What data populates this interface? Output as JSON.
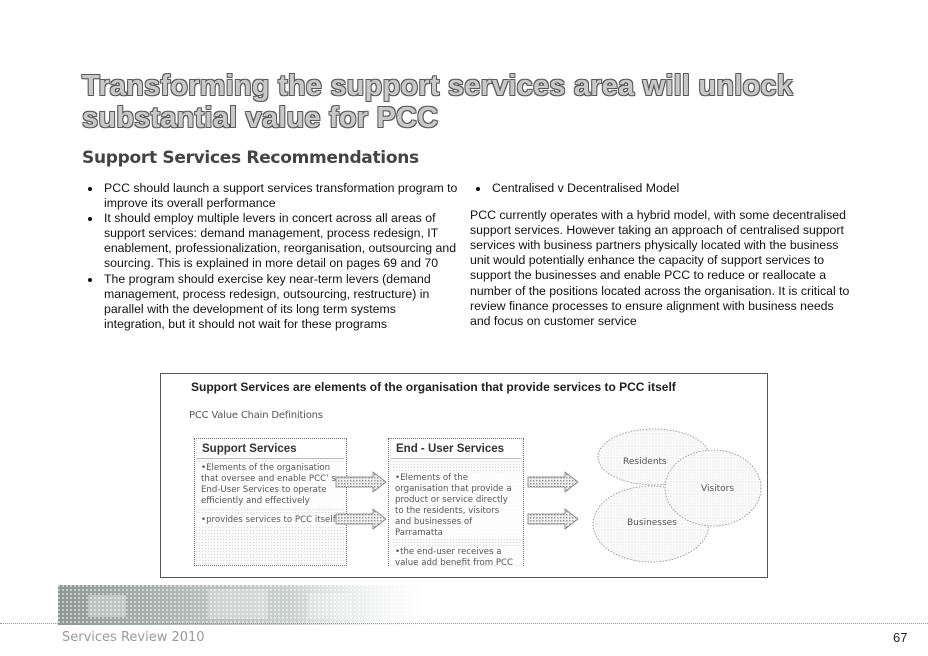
{
  "slide": {
    "title": "Transforming the support services area will unlock substantial value for PCC",
    "subtitle": "Support Services Recommendations"
  },
  "left_bullets": [
    "PCC should launch a support services transformation program to improve its overall performance",
    "It should employ multiple levers in concert across all areas of support services: demand management, process redesign, IT enablement, professionalization, reorganisation, outsourcing and sourcing. This is explained in more detail on pages 69 and 70",
    "The program should exercise key near-term levers (demand management, process redesign, outsourcing, restructure) in parallel with the development of its long term systems integration, but it should not wait for these programs"
  ],
  "right_column": {
    "bullet": "Centralised v Decentralised Model",
    "paragraph": "PCC currently operates with a hybrid model, with some decentralised support services. However taking an approach of centralised support services with business partners physically located with the business unit would potentially enhance the capacity of support services to support the businesses and enable PCC to reduce or reallocate a number of the positions located across the organisation. It is critical to review finance processes to ensure alignment with business needs and focus on customer service"
  },
  "panel": {
    "heading": "Support Services are elements of the organisation that provide services to PCC itself",
    "subheading": "PCC Value Chain Definitions",
    "support_box": {
      "title": "Support Services",
      "text1": "•Elements of the organisation that oversee and enable PCC’ s End-User Services to operate efficiently and effectively",
      "text2": "•provides services to PCC itself"
    },
    "end_user_box": {
      "title": "End - User Services",
      "text1": "•Elements of the organisation that provide a product or service directly to the residents, visitors and businesses of Parramatta",
      "text2": "•the end-user receives a value add benefit from PCC"
    },
    "circles": {
      "residents": "Residents",
      "visitors": "Visitors",
      "businesses": "Businesses"
    }
  },
  "footer": {
    "left": "Services Review 2010",
    "page": "67"
  }
}
